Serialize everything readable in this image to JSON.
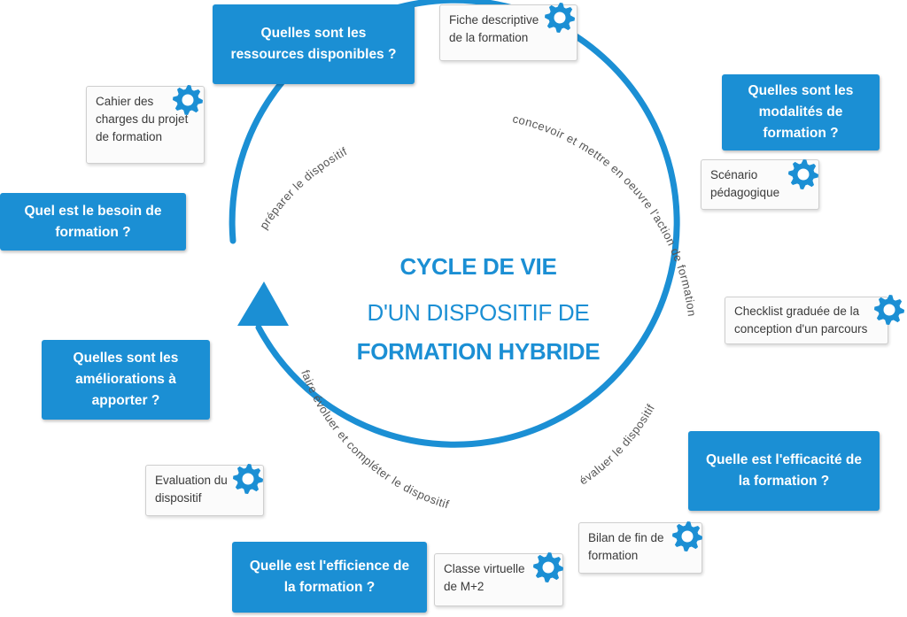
{
  "colors": {
    "accent": "#1b8fd4",
    "card_bg": "#fbfbfb",
    "text": "#3a3a3a",
    "arc_label": "#555555"
  },
  "title": {
    "line1": "CYCLE DE VIE",
    "line2": "D'UN DISPOSITIF DE",
    "line3": "FORMATION HYBRIDE"
  },
  "arc_labels": {
    "preparer": "préparer le dispositif",
    "concevoir": "concevoir et mettre en oeuvre l'action de formation",
    "evaluer": "évaluer le dispositif",
    "faire_evoluer": "faire évoluer et compléter le dispositif"
  },
  "questions": {
    "ressources": [
      "Quelles sont les",
      "ressources disponibles ?"
    ],
    "modalites": [
      "Quelles sont les",
      "modalités de",
      "formation ?"
    ],
    "besoin": [
      "Quel est le besoin de",
      "formation ?"
    ],
    "ameliorations": [
      "Quelles sont les",
      "améliorations à",
      "apporter ?"
    ],
    "efficacite": [
      "Quelle est l'efficacité de",
      "la formation ?"
    ],
    "efficience": [
      "Quelle est l'efficience de",
      "la formation ?"
    ]
  },
  "tools": {
    "fiche": [
      "Fiche descriptive",
      "de la formation"
    ],
    "cahier": [
      "Cahier des",
      "charges du projet",
      "de formation"
    ],
    "scenario": [
      "Scénario",
      "pédagogique"
    ],
    "checklist": [
      "Checklist graduée de la",
      "conception d'un parcours"
    ],
    "evaluation": [
      "Evaluation du",
      "dispositif"
    ],
    "bilan": [
      "Bilan de fin de",
      "formation"
    ],
    "classe": [
      "Classe virtuelle",
      "de M+2"
    ]
  },
  "icons": {
    "tool_icon": "gear-icon",
    "cycle_arrow": "arrow-up-icon"
  }
}
